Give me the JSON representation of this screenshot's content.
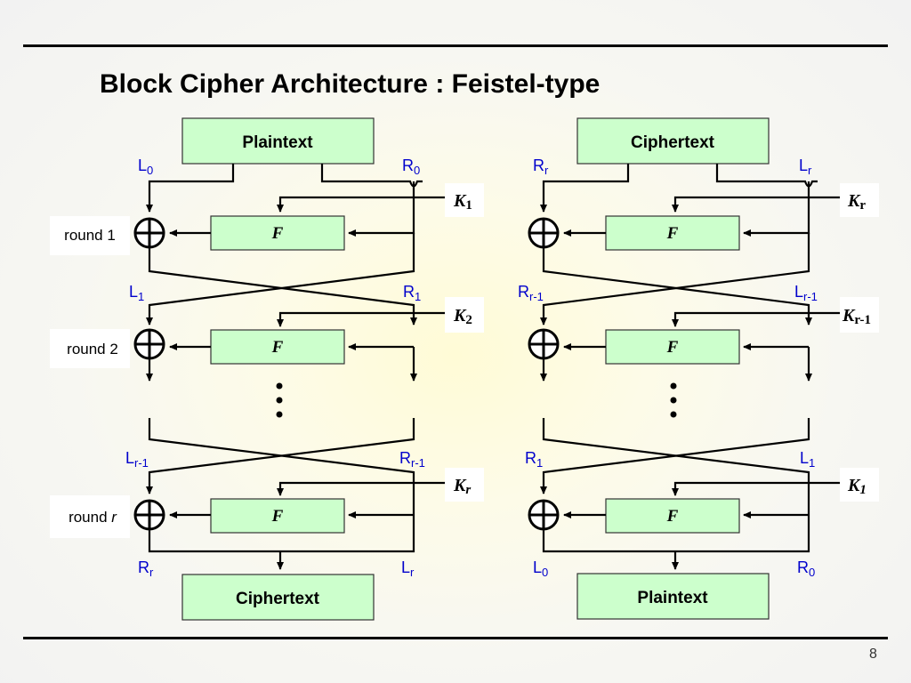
{
  "slide": {
    "title": "Block Cipher Architecture : Feistel-type",
    "page_number": "8"
  },
  "encryption": {
    "input_label": "Plaintext",
    "output_label": "Ciphertext",
    "function_label": "F",
    "round_labels": [
      {
        "text": "round 1",
        "suffix": ""
      },
      {
        "text": "round 2",
        "suffix": ""
      },
      {
        "text": "round ",
        "suffix": "r"
      }
    ],
    "keys": [
      {
        "base": "K",
        "sub": "1"
      },
      {
        "base": "K",
        "sub": "2"
      },
      {
        "base": "K",
        "sub": "r"
      }
    ],
    "wire_labels": [
      {
        "base": "L",
        "sub": "0"
      },
      {
        "base": "R",
        "sub": "0"
      },
      {
        "base": "L",
        "sub": "1"
      },
      {
        "base": "R",
        "sub": "1"
      },
      {
        "base": "L",
        "sub": "r-1"
      },
      {
        "base": "R",
        "sub": "r-1"
      },
      {
        "base": "R",
        "sub": "r"
      },
      {
        "base": "L",
        "sub": "r"
      }
    ]
  },
  "decryption": {
    "input_label": "Ciphertext",
    "output_label": "Plaintext",
    "function_label": "F",
    "keys": [
      {
        "base": "K",
        "sub": "r"
      },
      {
        "base": "K",
        "sub": "r-1"
      },
      {
        "base": "K",
        "sub": "1"
      }
    ],
    "wire_labels": [
      {
        "base": "R",
        "sub": "r"
      },
      {
        "base": "L",
        "sub": "r"
      },
      {
        "base": "R",
        "sub": "r-1"
      },
      {
        "base": "L",
        "sub": "r-1"
      },
      {
        "base": "R",
        "sub": "1"
      },
      {
        "base": "L",
        "sub": "1"
      },
      {
        "base": "L",
        "sub": "0"
      },
      {
        "base": "R",
        "sub": "0"
      }
    ]
  }
}
